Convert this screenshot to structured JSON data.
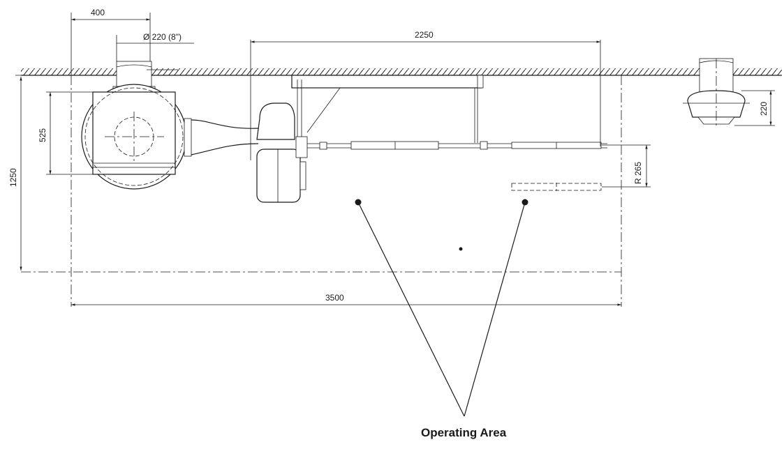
{
  "dimensions": {
    "top_width": "400",
    "duct_diameter": "Ø  220 (8\")",
    "boom_length": "2250",
    "total_length": "3500",
    "height_total": "1250",
    "unit_height": "525",
    "radius": "R 265",
    "fan_height": "220"
  },
  "callout": {
    "label": "Operating Area"
  }
}
